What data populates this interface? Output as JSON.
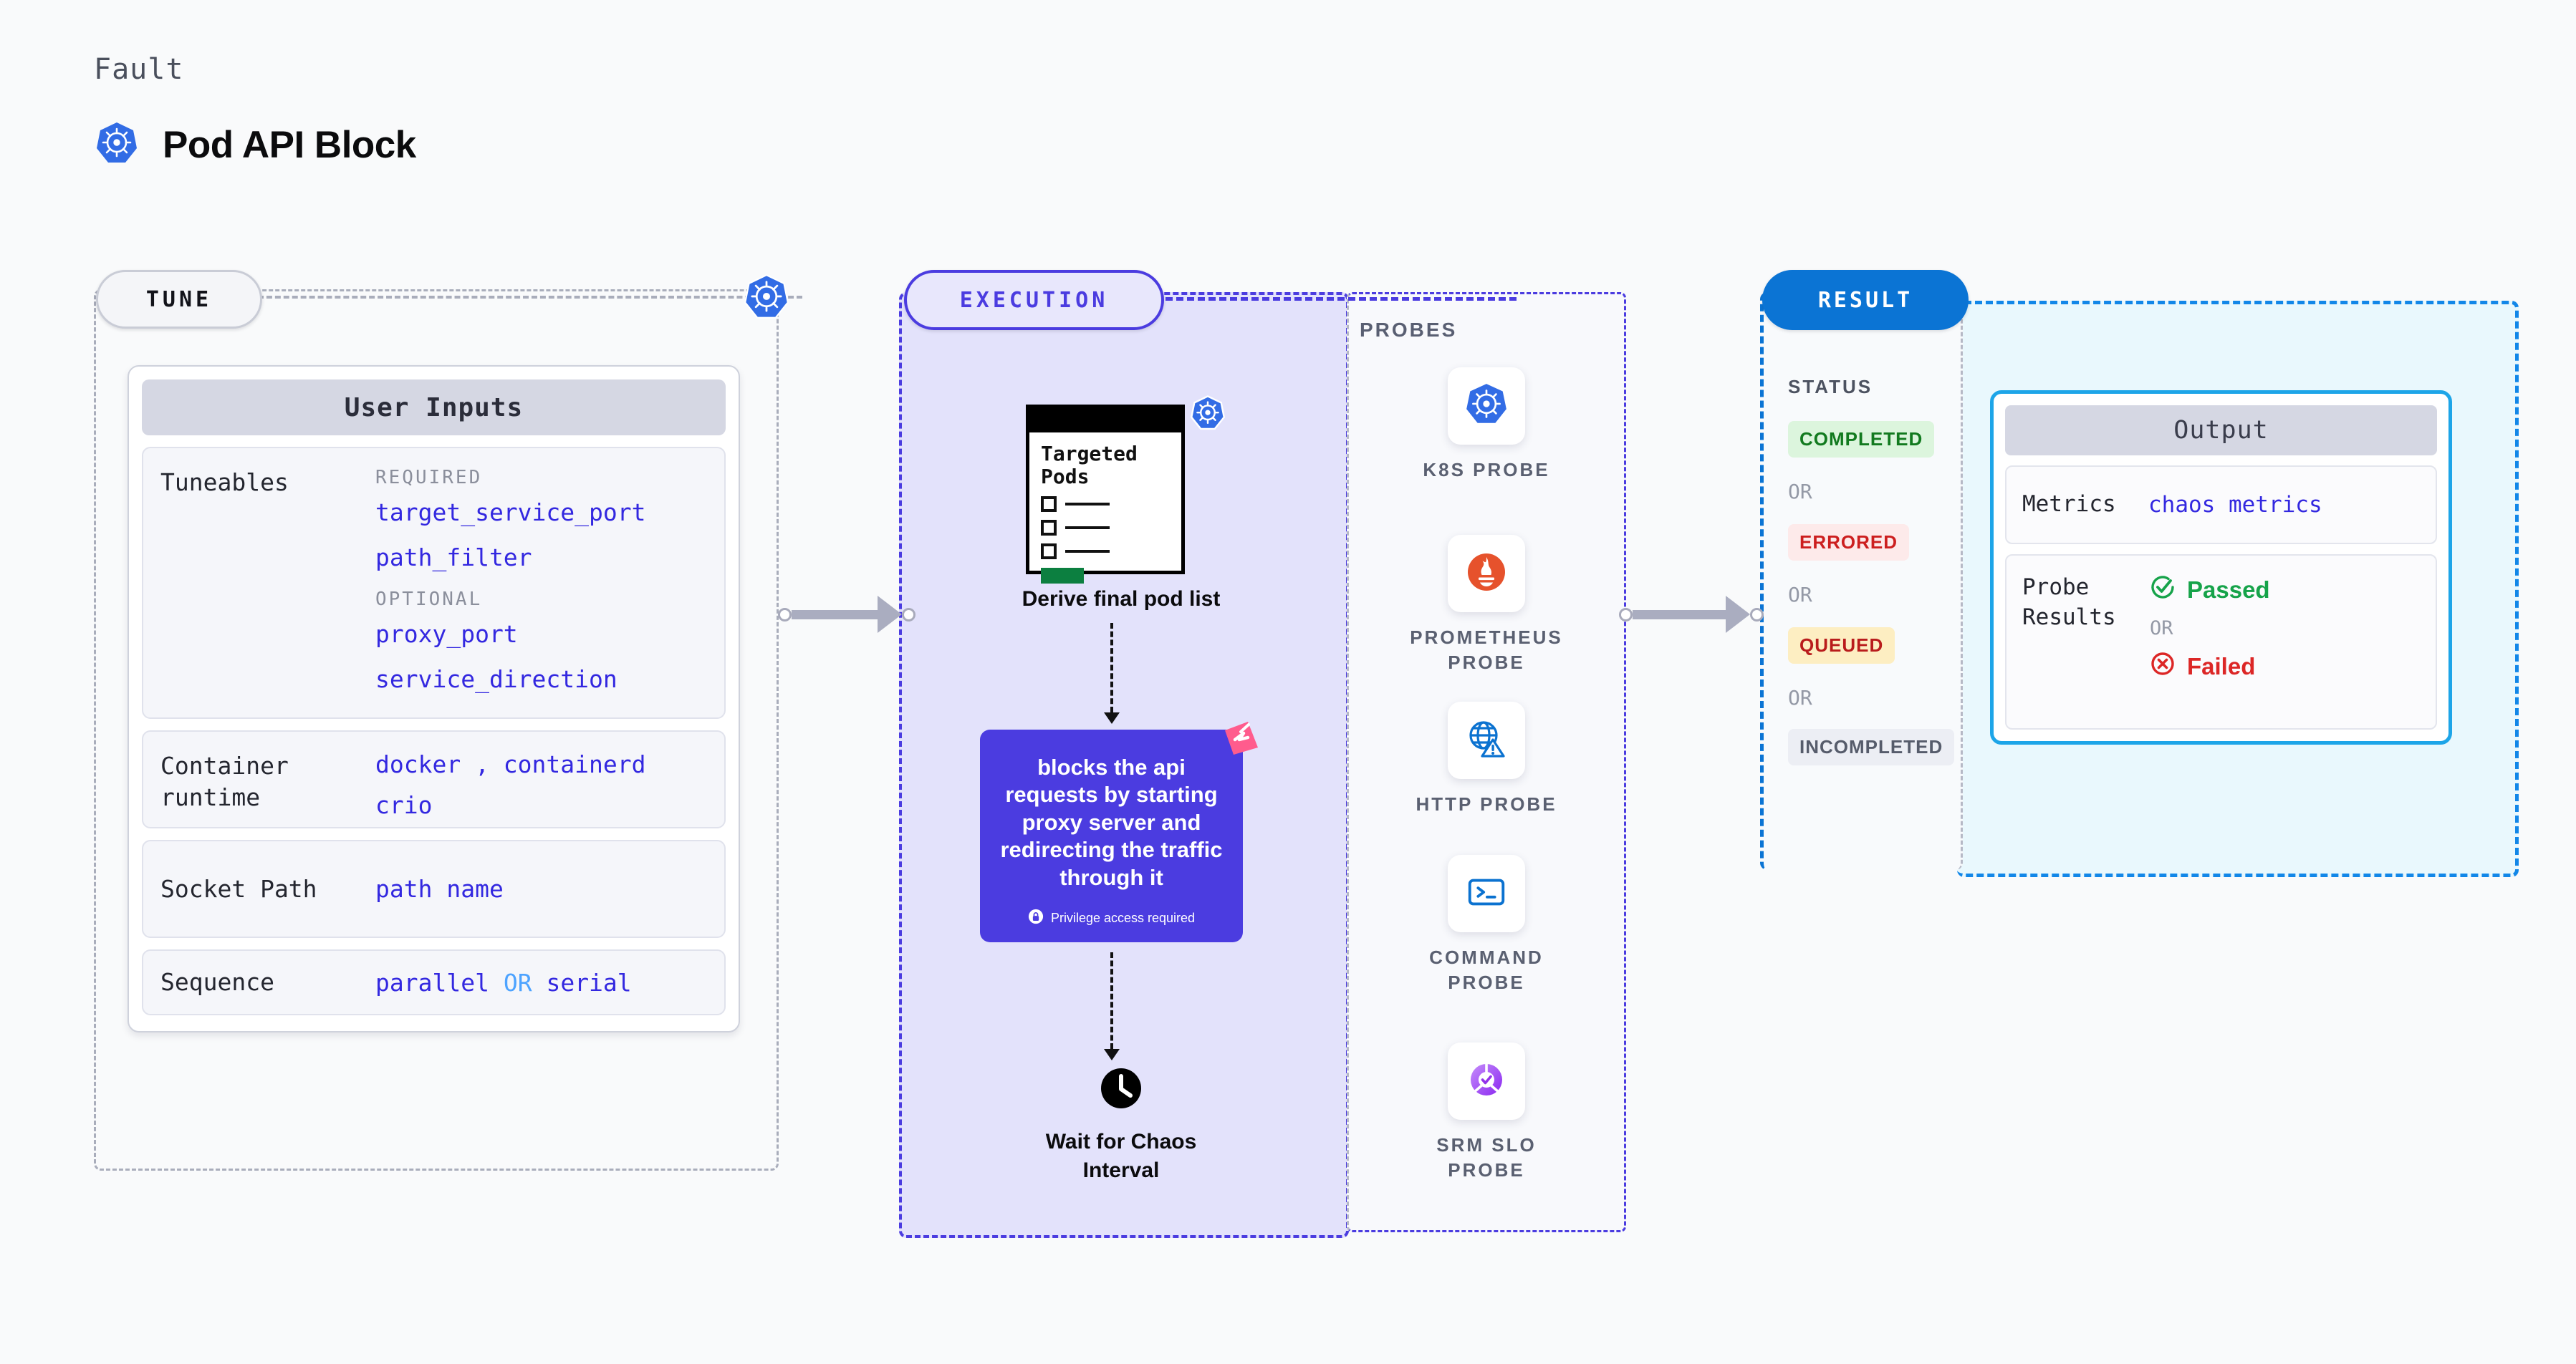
{
  "header": {
    "eyebrow": "Fault",
    "title": "Pod API Block",
    "icon": "kubernetes-icon"
  },
  "tune": {
    "label": "TUNE",
    "badge_icon": "kubernetes-icon",
    "card_title": "User Inputs",
    "rows": [
      {
        "key": "Tuneables",
        "groups": [
          {
            "heading": "REQUIRED",
            "items": [
              "target_service_port",
              "path_filter"
            ]
          },
          {
            "heading": "OPTIONAL",
            "items": [
              "proxy_port",
              "service_direction"
            ]
          }
        ]
      },
      {
        "key": "Container runtime",
        "values_line1": "docker , containerd",
        "values_line2": "crio"
      },
      {
        "key": "Socket Path",
        "value": "path name"
      },
      {
        "key": "Sequence",
        "value_a": "parallel",
        "or": "OR",
        "value_b": "serial"
      }
    ]
  },
  "execution": {
    "label": "EXECUTION",
    "pods_card": {
      "heading_line1": "Targeted",
      "heading_line2": "Pods",
      "badge_icon": "kubernetes-icon",
      "items": 3
    },
    "pods_caption": "Derive final pod list",
    "chaos_card": {
      "text": "blocks the api requests by starting proxy server and redirecting the traffic through it",
      "privilege_note": "Privilege access required",
      "privilege_icon": "lock-icon",
      "corner_icon": "harness-chaos-icon",
      "color": "#4b3ce0"
    },
    "wait_step": {
      "icon": "clock-icon",
      "label_line1": "Wait for Chaos",
      "label_line2": "Interval"
    },
    "probes_title": "PROBES",
    "probes": [
      {
        "name_line1": "K8S  PROBE",
        "name_line2": "",
        "icon": "kubernetes-icon"
      },
      {
        "name_line1": "PROMETHEUS",
        "name_line2": "PROBE",
        "icon": "prometheus-icon"
      },
      {
        "name_line1": "HTTP  PROBE",
        "name_line2": "",
        "icon": "http-globe-warning-icon"
      },
      {
        "name_line1": "COMMAND",
        "name_line2": "PROBE",
        "icon": "terminal-icon"
      },
      {
        "name_line1": "SRM  SLO",
        "name_line2": "PROBE",
        "icon": "srm-slo-icon"
      }
    ]
  },
  "result": {
    "label": "RESULT",
    "status_title": "STATUS",
    "or_label": "OR",
    "statuses": [
      {
        "text": "COMPLETED",
        "bg": "#dcf5dd",
        "fg": "#127a1f"
      },
      {
        "text": "ERRORED",
        "bg": "#fdeaea",
        "fg": "#cc1f1f"
      },
      {
        "text": "QUEUED",
        "bg": "#fdeec2",
        "fg": "#b91c1c"
      },
      {
        "text": "INCOMPLETED",
        "bg": "#eceef4",
        "fg": "#565c6b"
      }
    ],
    "output": {
      "title": "Output",
      "metrics_key": "Metrics",
      "metrics_value": "chaos metrics",
      "probe_key": "Probe Results",
      "passed": "Passed",
      "or": "OR",
      "failed": "Failed",
      "passed_color": "#16a34a",
      "failed_color": "#dc2626"
    }
  }
}
